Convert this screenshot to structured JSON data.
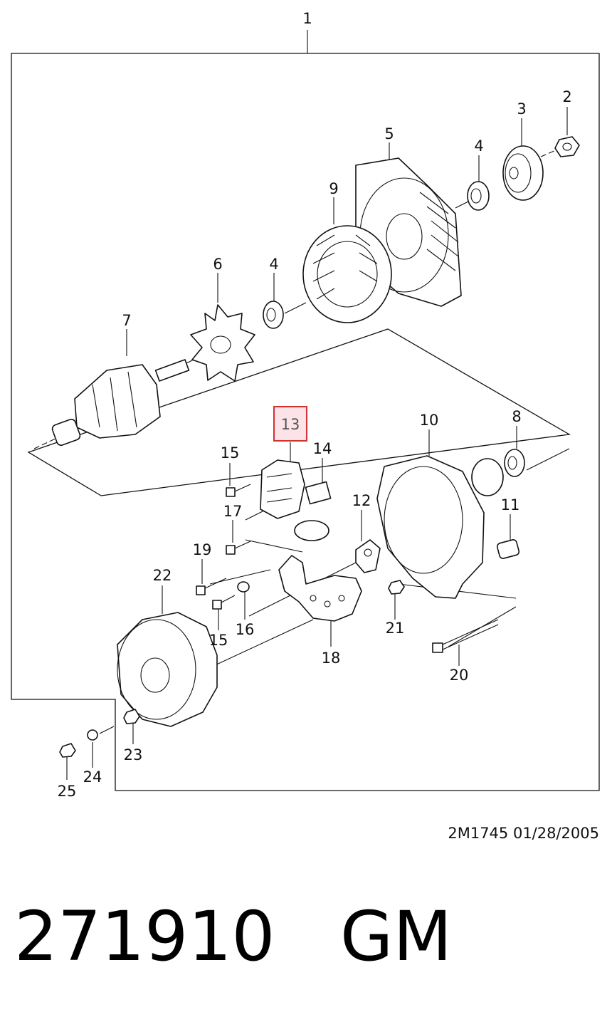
{
  "diagram": {
    "callouts": {
      "c1": "1",
      "c2": "2",
      "c3": "3",
      "c4a": "4",
      "c5": "5",
      "c9": "9",
      "c6": "6",
      "c4b": "4",
      "c7": "7",
      "c10": "10",
      "c8": "8",
      "c13": "13",
      "c15a": "15",
      "c14": "14",
      "c12": "12",
      "c17": "17",
      "c11": "11",
      "c19": "19",
      "c22": "22",
      "c16": "16",
      "c21": "21",
      "c15b": "15",
      "c18": "18",
      "c20": "20",
      "c23": "23",
      "c24": "24",
      "c25": "25"
    },
    "highlighted_callout": "13",
    "highlight_color": "#d23232"
  },
  "doc_ref": "2M1745  01/28/2005",
  "caption": "271910   GM"
}
